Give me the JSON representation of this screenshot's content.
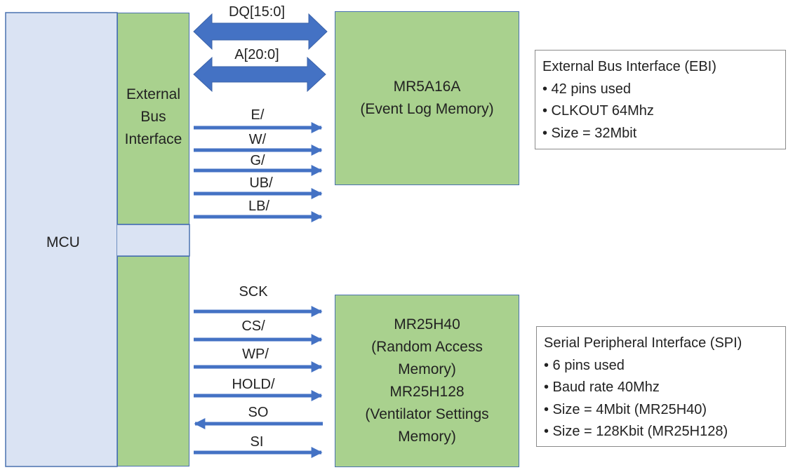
{
  "colors": {
    "mcu_fill": "#dae3f3",
    "interface_fill": "#a9d18e",
    "border_blue": "#4a72b0",
    "arrow_blue": "#4472c4",
    "info_border": "#8a8a8a"
  },
  "mcu": {
    "label": "MCU"
  },
  "ebi_block": {
    "line1": "External",
    "line2": "Bus",
    "line3": "Interface"
  },
  "buses": {
    "dq": "DQ[15:0]",
    "addr": "A[20:0]"
  },
  "ebi_signals": [
    "E/",
    "W/",
    "G/",
    "UB/",
    "LB/"
  ],
  "spi_signals": [
    "SCK",
    "CS/",
    "WP/",
    "HOLD/",
    "SO",
    "SI"
  ],
  "memory1": {
    "line1": "MR5A16A",
    "line2": "(Event Log Memory)"
  },
  "memory2": {
    "line1": "MR25H40",
    "line2": "(Random Access",
    "line3": "Memory)",
    "line4": "MR25H128",
    "line5": "(Ventilator Settings",
    "line6": "Memory)"
  },
  "ebi_info": {
    "title": "External Bus Interface (EBI)",
    "items": [
      "• 42 pins used",
      "• CLKOUT 64Mhz",
      "• Size = 32Mbit"
    ]
  },
  "spi_info": {
    "title": "Serial Peripheral Interface (SPI)",
    "items": [
      "• 6 pins used",
      "• Baud rate 40Mhz",
      "• Size = 4Mbit (MR25H40)",
      "• Size = 128Kbit (MR25H128)"
    ]
  }
}
